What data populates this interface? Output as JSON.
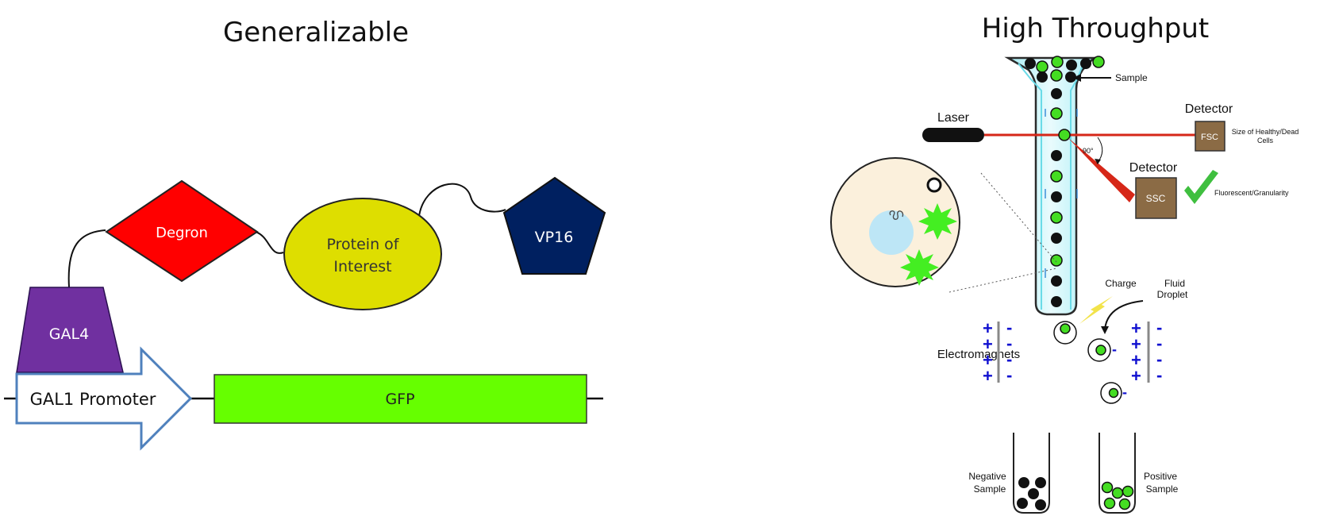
{
  "left_panel": {
    "title": "Generalizable",
    "gal4": "GAL4",
    "degron": "Degron",
    "protein_line1": "Protein of",
    "protein_line2": "Interest",
    "vp16": "VP16",
    "promoter": "GAL1 Promoter",
    "reporter": "GFP"
  },
  "right_panel": {
    "title": "High Throughput",
    "sample": "Sample",
    "laser": "Laser",
    "detector_top": "Detector",
    "fsc": "FSC",
    "fsc_desc_line1": "Size of Healthy/Dead",
    "fsc_desc_line2": "Cells",
    "angle": "90°",
    "detector_side": "Detector",
    "ssc": "SSC",
    "ssc_desc": "Fluorescent/Granularity",
    "charge": "Charge",
    "fluid_line1": "Fluid",
    "fluid_line2": "Droplet",
    "electromagnets": "Electromagnets",
    "negative_line1": "Negative",
    "negative_line2": "Sample",
    "positive_line1": "Positive",
    "positive_line2": "Sample",
    "plus": "+",
    "minus": "-"
  },
  "colors": {
    "gal4": "#7030a0",
    "degron": "#ff0000",
    "protein": "#dede00",
    "vp16": "#002060",
    "gfp": "#66ff00",
    "promoter_stroke": "#4f81bd",
    "laser": "#d62718",
    "detector_box": "#8b6b45",
    "cell_green": "#44dd22"
  }
}
